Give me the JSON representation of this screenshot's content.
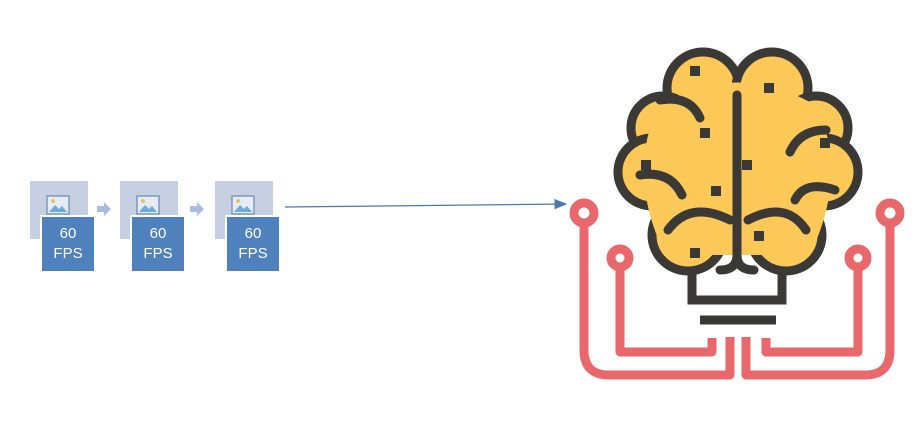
{
  "frames": [
    {
      "value": "60",
      "unit": "FPS"
    },
    {
      "value": "60",
      "unit": "FPS"
    },
    {
      "value": "60",
      "unit": "FPS"
    }
  ],
  "colors": {
    "thumb": "#c7d0e2",
    "badge": "#4f81bd",
    "arrow": "#4a78b0",
    "small_arrow": "#a9bde0",
    "brain_fill": "#fcc857",
    "brain_outline": "#3a3936",
    "circuit": "#e8686b"
  },
  "icons": {
    "frame_icon": "image-icon",
    "brain_icon": "brain-icon",
    "circuit_icon": "circuit-icon"
  }
}
